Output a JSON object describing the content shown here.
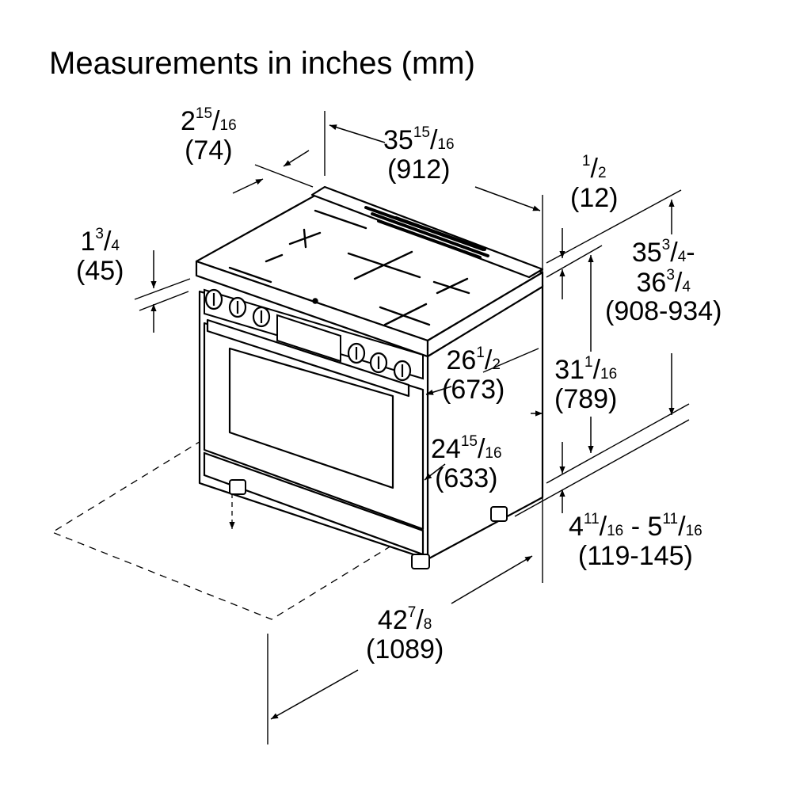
{
  "title": "Measurements in inches (mm)",
  "colors": {
    "ink": "#000000",
    "background": "#ffffff"
  },
  "dimensions": {
    "back_offset": {
      "whole": "2",
      "num": "15",
      "den": "16",
      "mm": "(74)"
    },
    "width": {
      "whole": "35",
      "num": "15",
      "den": "16",
      "mm": "(912)"
    },
    "top_thickness": {
      "whole": "",
      "num": "1",
      "den": "2",
      "mm": "(12)"
    },
    "backguard": {
      "whole": "1",
      "num": "3",
      "den": "4",
      "mm": "(45)"
    },
    "overall_height_min": {
      "whole": "35",
      "num": "3",
      "den": "4",
      "suffix": "-"
    },
    "overall_height_max": {
      "whole": "36",
      "num": "3",
      "den": "4",
      "mm": "(908-934)"
    },
    "depth_top": {
      "whole": "26",
      "num": "1",
      "den": "2",
      "mm": "(673)"
    },
    "cabinet_height": {
      "whole": "31",
      "num": "1",
      "den": "16",
      "mm": "(789)"
    },
    "depth_body": {
      "whole": "24",
      "num": "15",
      "den": "16",
      "mm": "(633)"
    },
    "leg_height": {
      "whole": "4",
      "num": "11",
      "den": "16",
      "sep": " - ",
      "whole2": "5",
      "num2": "11",
      "den2": "16",
      "mm": "(119-145)"
    },
    "door_open_depth": {
      "whole": "42",
      "num": "7",
      "den": "8",
      "mm": "(1089)"
    }
  }
}
